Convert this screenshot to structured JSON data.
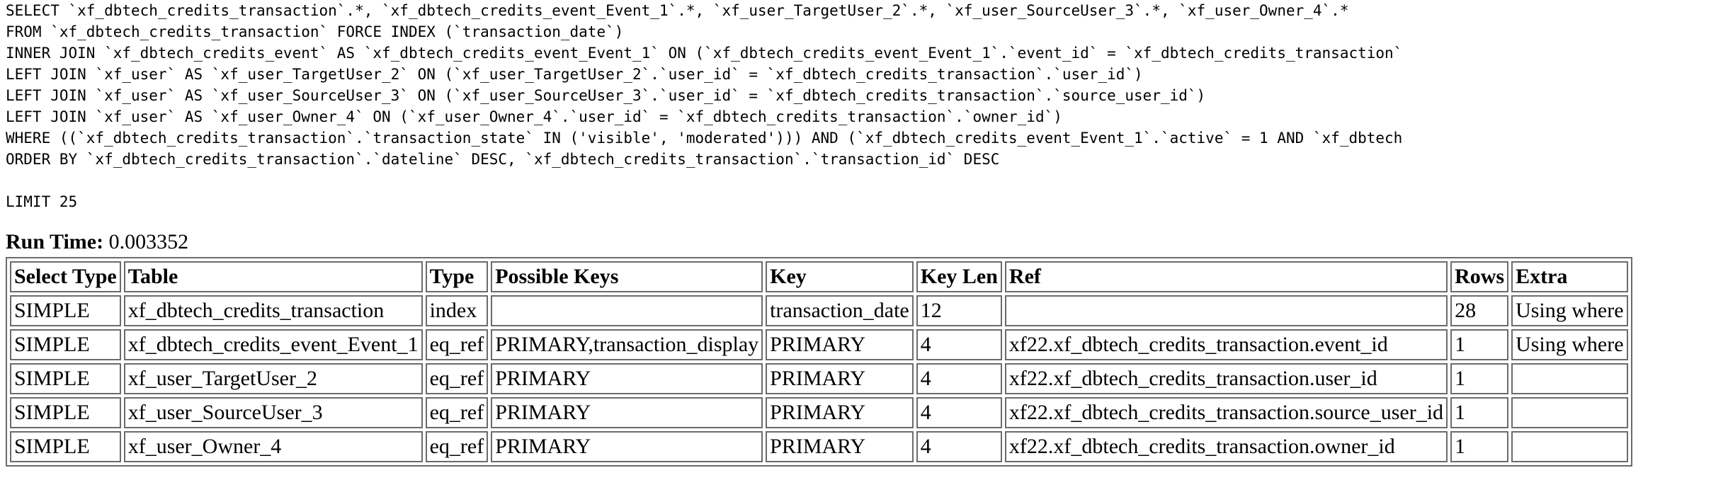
{
  "query": {
    "lines": [
      "SELECT `xf_dbtech_credits_transaction`.*, `xf_dbtech_credits_event_Event_1`.*, `xf_user_TargetUser_2`.*, `xf_user_SourceUser_3`.*, `xf_user_Owner_4`.*",
      "FROM `xf_dbtech_credits_transaction` FORCE INDEX (`transaction_date`)",
      "INNER JOIN `xf_dbtech_credits_event` AS `xf_dbtech_credits_event_Event_1` ON (`xf_dbtech_credits_event_Event_1`.`event_id` = `xf_dbtech_credits_transaction`",
      "LEFT JOIN `xf_user` AS `xf_user_TargetUser_2` ON (`xf_user_TargetUser_2`.`user_id` = `xf_dbtech_credits_transaction`.`user_id`)",
      "LEFT JOIN `xf_user` AS `xf_user_SourceUser_3` ON (`xf_user_SourceUser_3`.`user_id` = `xf_dbtech_credits_transaction`.`source_user_id`)",
      "LEFT JOIN `xf_user` AS `xf_user_Owner_4` ON (`xf_user_Owner_4`.`user_id` = `xf_dbtech_credits_transaction`.`owner_id`)",
      "WHERE ((`xf_dbtech_credits_transaction`.`transaction_state` IN ('visible', 'moderated'))) AND (`xf_dbtech_credits_event_Event_1`.`active` = 1 AND `xf_dbtech",
      "ORDER BY `xf_dbtech_credits_transaction`.`dateline` DESC, `xf_dbtech_credits_transaction`.`transaction_id` DESC",
      "",
      "LIMIT 25"
    ]
  },
  "runtime": {
    "label": "Run Time:",
    "value": "0.003352"
  },
  "table": {
    "headers": [
      "Select Type",
      "Table",
      "Type",
      "Possible Keys",
      "Key",
      "Key Len",
      "Ref",
      "Rows",
      "Extra"
    ],
    "rows": [
      [
        "SIMPLE",
        "xf_dbtech_credits_transaction",
        "index",
        "",
        "transaction_date",
        "12",
        "",
        "28",
        "Using where"
      ],
      [
        "SIMPLE",
        "xf_dbtech_credits_event_Event_1",
        "eq_ref",
        "PRIMARY,transaction_display",
        "PRIMARY",
        "4",
        "xf22.xf_dbtech_credits_transaction.event_id",
        "1",
        "Using where"
      ],
      [
        "SIMPLE",
        "xf_user_TargetUser_2",
        "eq_ref",
        "PRIMARY",
        "PRIMARY",
        "4",
        "xf22.xf_dbtech_credits_transaction.user_id",
        "1",
        ""
      ],
      [
        "SIMPLE",
        "xf_user_SourceUser_3",
        "eq_ref",
        "PRIMARY",
        "PRIMARY",
        "4",
        "xf22.xf_dbtech_credits_transaction.source_user_id",
        "1",
        ""
      ],
      [
        "SIMPLE",
        "xf_user_Owner_4",
        "eq_ref",
        "PRIMARY",
        "PRIMARY",
        "4",
        "xf22.xf_dbtech_credits_transaction.owner_id",
        "1",
        ""
      ]
    ]
  }
}
